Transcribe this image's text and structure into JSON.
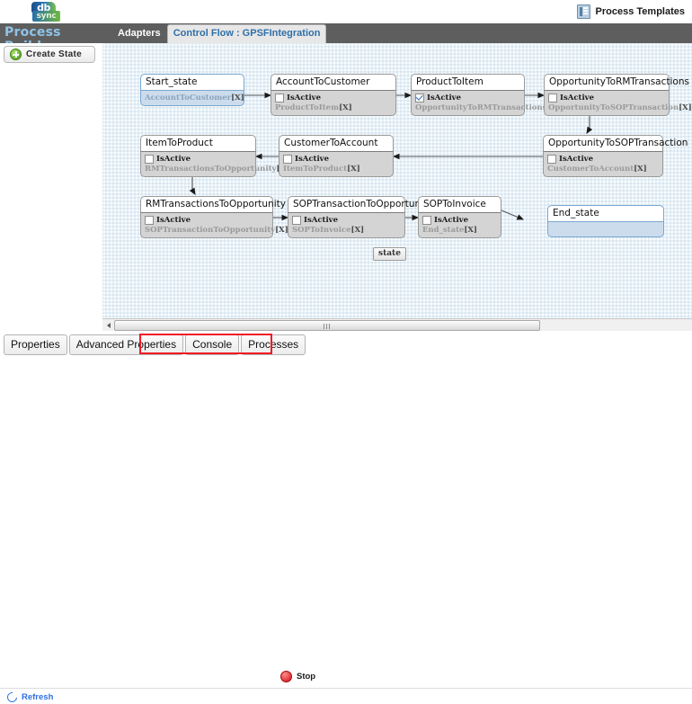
{
  "topbar": {
    "logo_db": "db",
    "logo_sync": "sync",
    "process_templates_label": "Process Templates"
  },
  "header": {
    "app_title": "Process Builder",
    "tabs": [
      {
        "label": "Adapters",
        "active": false
      },
      {
        "label": "Control Flow : GPSFIntegration",
        "active": true
      }
    ]
  },
  "left_panel": {
    "create_state_label": "Create State"
  },
  "canvas": {
    "floating_chip": "state",
    "nodes": [
      {
        "title": "Start_state",
        "has_checkbox": false,
        "checked": false,
        "checkbox_label": "",
        "transition": "AccountToCustomer",
        "close": "[X]",
        "style": "blue"
      },
      {
        "title": "AccountToCustomer",
        "has_checkbox": true,
        "checked": false,
        "checkbox_label": "IsActive",
        "transition": "ProductToItem",
        "close": "[X]",
        "style": "gray"
      },
      {
        "title": "ProductToItem",
        "has_checkbox": true,
        "checked": true,
        "checkbox_label": "IsActive",
        "transition": "OpportunityToRMTransactions",
        "close": "[X]",
        "style": "gray"
      },
      {
        "title": "OpportunityToRMTransactions",
        "has_checkbox": true,
        "checked": false,
        "checkbox_label": "IsActive",
        "transition": "OpportunityToSOPTransaction",
        "close": "[X]",
        "style": "gray"
      },
      {
        "title": "ItemToProduct",
        "has_checkbox": true,
        "checked": false,
        "checkbox_label": "IsActive",
        "transition": "RMTransactionsToOpportunity",
        "close": "[X]",
        "style": "gray"
      },
      {
        "title": "CustomerToAccount",
        "has_checkbox": true,
        "checked": false,
        "checkbox_label": "IsActive",
        "transition": "ItemToProduct",
        "close": "[X]",
        "style": "gray"
      },
      {
        "title": "OpportunityToSOPTransaction",
        "has_checkbox": true,
        "checked": false,
        "checkbox_label": "IsActive",
        "transition": "CustomerToAccount",
        "close": "[X]",
        "style": "gray"
      },
      {
        "title": "RMTransactionsToOpportunity",
        "has_checkbox": true,
        "checked": false,
        "checkbox_label": "IsActive",
        "transition": "SOPTransactionToOpportunity",
        "close": "[X]",
        "style": "gray"
      },
      {
        "title": "SOPTransactionToOpportunity",
        "has_checkbox": true,
        "checked": false,
        "checkbox_label": "IsActive",
        "transition": "SOPToInvoice",
        "close": "[X]",
        "style": "gray"
      },
      {
        "title": "SOPToInvoice",
        "has_checkbox": true,
        "checked": false,
        "checkbox_label": "IsActive",
        "transition": "End_state",
        "close": "[X]",
        "style": "gray"
      },
      {
        "title": "End_state",
        "has_checkbox": false,
        "checked": false,
        "checkbox_label": "",
        "transition": "",
        "close": "",
        "style": "blue"
      }
    ]
  },
  "bottom": {
    "tabs": [
      {
        "label": "Properties"
      },
      {
        "label": "Advanced Properties"
      },
      {
        "label": "Console"
      },
      {
        "label": "Processes"
      }
    ],
    "stop_label": "Stop",
    "refresh_label": "Refresh"
  },
  "colors": {
    "accent_blue": "#2f6fe0",
    "header_gray": "#5e5e5e",
    "title_blue": "#8fc3e8",
    "canvas_blue": "#e8f1f7",
    "annotation_red": "#ee1c25",
    "stop_red": "#cf1016",
    "plus_green": "#4d9a1e"
  }
}
